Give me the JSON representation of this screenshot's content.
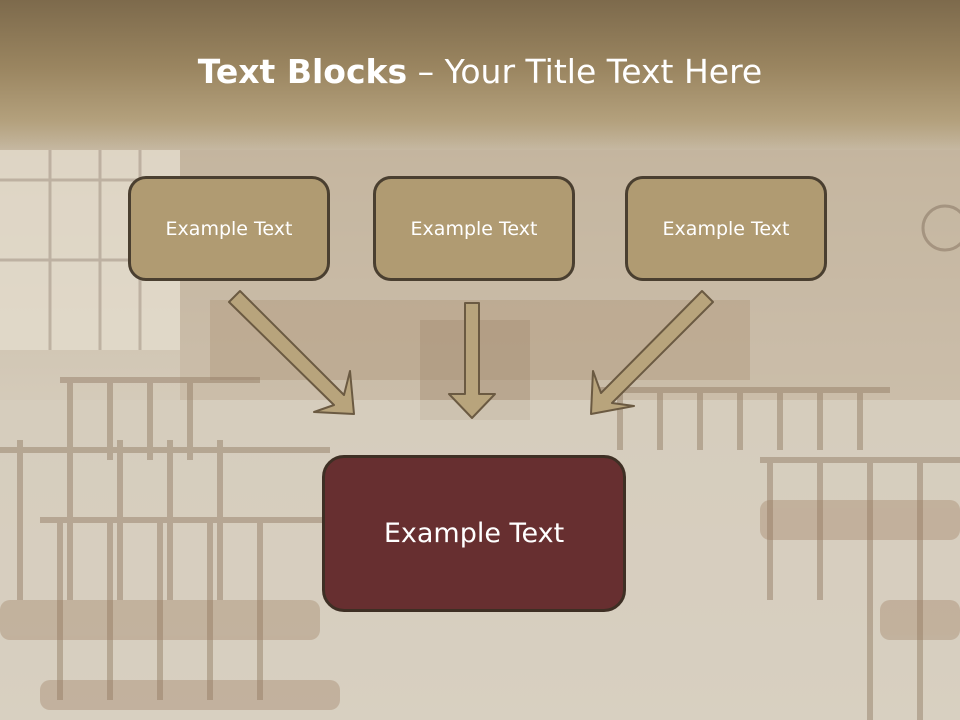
{
  "slide": {
    "title_strong": "Text Blocks",
    "title_rest": " – Your Title Text Here",
    "boxes": [
      {
        "text": "Example Text"
      },
      {
        "text": "Example Text"
      },
      {
        "text": "Example Text"
      }
    ],
    "main_box": {
      "text": "Example Text"
    }
  },
  "colors": {
    "title_band": "#9a8560",
    "box_fill": "#b09b72",
    "box_border": "#4a3f30",
    "main_box_fill": "#672f30",
    "arrow_fill": "#b8a47c"
  }
}
